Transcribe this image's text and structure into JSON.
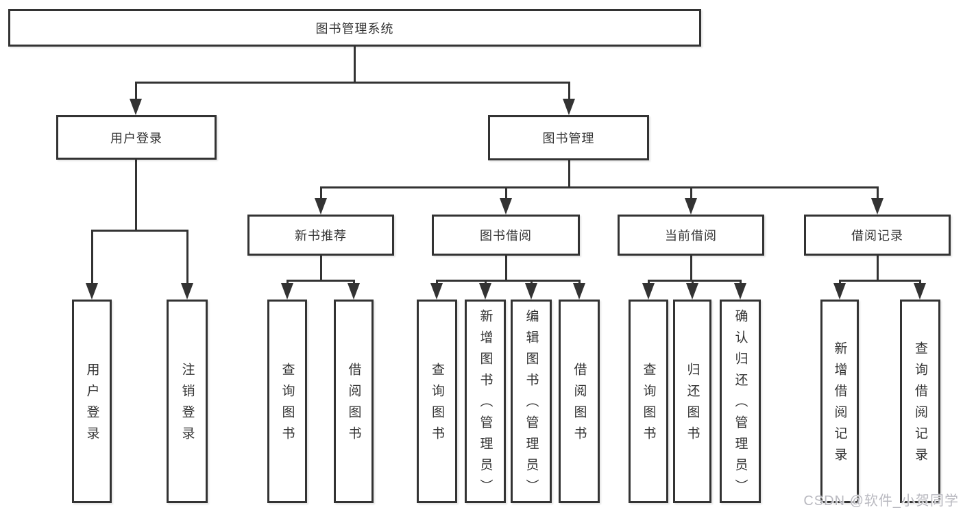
{
  "diagram": {
    "root": {
      "label": "图书管理系统"
    },
    "level2": [
      {
        "label": "用户登录"
      },
      {
        "label": "图书管理"
      }
    ],
    "level3": [
      {
        "label": "新书推荐",
        "parent": "图书管理"
      },
      {
        "label": "图书借阅",
        "parent": "图书管理"
      },
      {
        "label": "当前借阅",
        "parent": "图书管理"
      },
      {
        "label": "借阅记录",
        "parent": "图书管理"
      }
    ],
    "leaves": [
      {
        "label": "用户登录",
        "parent": "用户登录"
      },
      {
        "label": "注销登录",
        "parent": "用户登录"
      },
      {
        "label": "查询图书",
        "parent": "新书推荐"
      },
      {
        "label": "借阅图书",
        "parent": "新书推荐"
      },
      {
        "label": "查询图书",
        "parent": "图书借阅"
      },
      {
        "label": "新增图书（管理员）",
        "parent": "图书借阅"
      },
      {
        "label": "编辑图书（管理员）",
        "parent": "图书借阅"
      },
      {
        "label": "借阅图书",
        "parent": "图书借阅"
      },
      {
        "label": "查询图书",
        "parent": "当前借阅"
      },
      {
        "label": "归还图书",
        "parent": "当前借阅"
      },
      {
        "label": "确认归还（管理员）",
        "parent": "当前借阅"
      },
      {
        "label": "新增借阅记录",
        "parent": "借阅记录"
      },
      {
        "label": "查询借阅记录",
        "parent": "借阅记录"
      }
    ],
    "watermark": "CSDN @软件_小贺同学",
    "colors": {
      "line": "#333333",
      "border": "#333333",
      "text": "#333333",
      "background": "#ffffff",
      "watermark": "#b9b9c0"
    }
  }
}
